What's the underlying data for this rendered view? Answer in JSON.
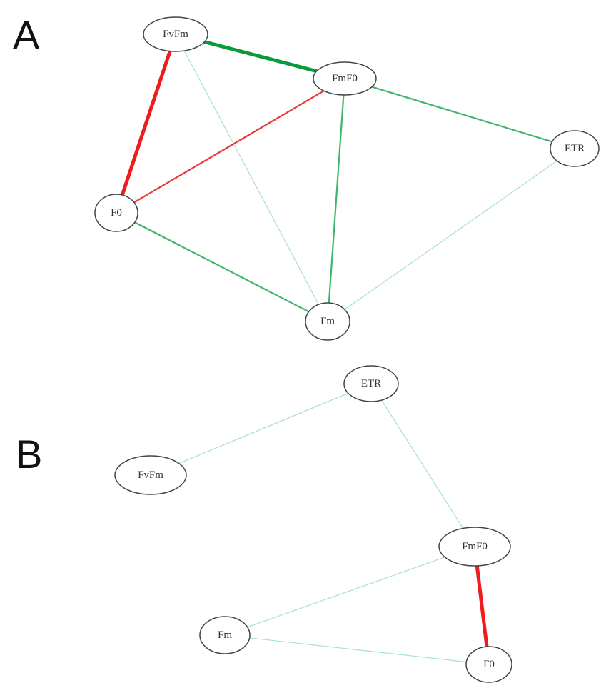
{
  "colors": {
    "positive_strong": "#0a9a3c",
    "positive_medium": "#3fb66a",
    "positive_weak": "#a8e2c4",
    "negative_strong": "#ee1c1c",
    "negative_medium": "#ea3a3a",
    "node_stroke": "#444444",
    "text": "#333333"
  },
  "panels": [
    {
      "label": "A",
      "nodes": [
        {
          "id": "FvFm",
          "label": "FvFm"
        },
        {
          "id": "FmF0",
          "label": "FmF0"
        },
        {
          "id": "ETR",
          "label": "ETR"
        },
        {
          "id": "F0",
          "label": "F0"
        },
        {
          "id": "Fm",
          "label": "Fm"
        }
      ],
      "edges": [
        {
          "source": "FvFm",
          "target": "FmF0",
          "sign": "positive",
          "strength": "strong"
        },
        {
          "source": "FvFm",
          "target": "F0",
          "sign": "negative",
          "strength": "strong"
        },
        {
          "source": "FvFm",
          "target": "Fm",
          "sign": "positive",
          "strength": "weak"
        },
        {
          "source": "FmF0",
          "target": "F0",
          "sign": "negative",
          "strength": "medium"
        },
        {
          "source": "FmF0",
          "target": "ETR",
          "sign": "positive",
          "strength": "medium"
        },
        {
          "source": "FmF0",
          "target": "Fm",
          "sign": "positive",
          "strength": "medium"
        },
        {
          "source": "F0",
          "target": "Fm",
          "sign": "positive",
          "strength": "medium"
        },
        {
          "source": "ETR",
          "target": "Fm",
          "sign": "positive",
          "strength": "weak"
        }
      ]
    },
    {
      "label": "B",
      "nodes": [
        {
          "id": "ETR",
          "label": "ETR"
        },
        {
          "id": "FvFm",
          "label": "FvFm"
        },
        {
          "id": "FmF0",
          "label": "FmF0"
        },
        {
          "id": "Fm",
          "label": "Fm"
        },
        {
          "id": "F0",
          "label": "F0"
        }
      ],
      "edges": [
        {
          "source": "FvFm",
          "target": "ETR",
          "sign": "positive",
          "strength": "weak"
        },
        {
          "source": "ETR",
          "target": "FmF0",
          "sign": "positive",
          "strength": "weak"
        },
        {
          "source": "FmF0",
          "target": "F0",
          "sign": "negative",
          "strength": "strong"
        },
        {
          "source": "Fm",
          "target": "FmF0",
          "sign": "positive",
          "strength": "weak"
        },
        {
          "source": "Fm",
          "target": "F0",
          "sign": "positive",
          "strength": "weak"
        }
      ]
    }
  ]
}
